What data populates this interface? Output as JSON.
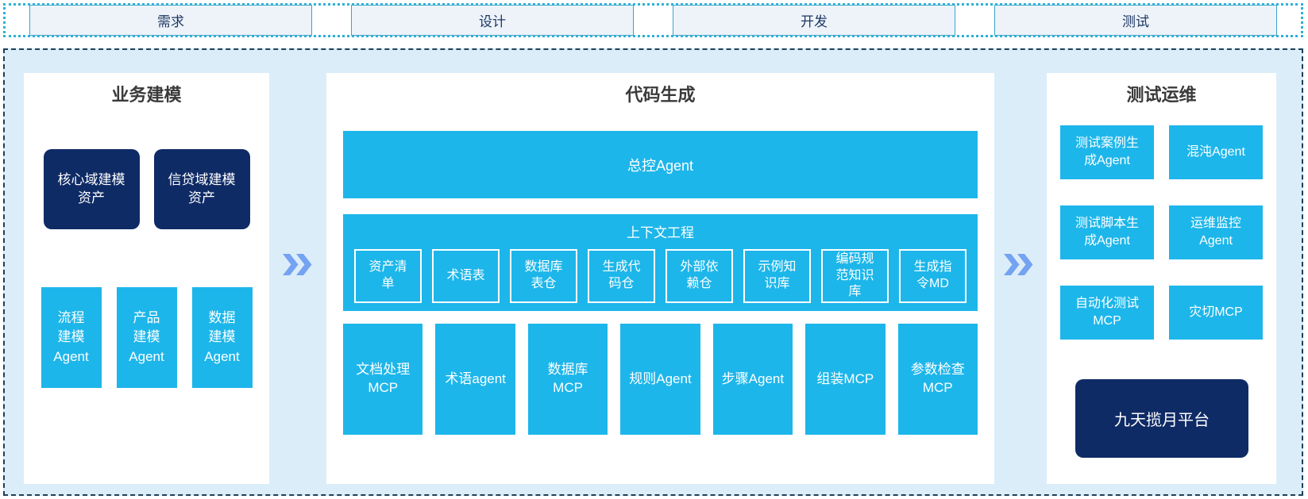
{
  "phases": [
    {
      "label": "需求"
    },
    {
      "label": "设计"
    },
    {
      "label": "开发"
    },
    {
      "label": "测试"
    }
  ],
  "panels": {
    "business": {
      "title": "业务建模",
      "asset_boxes": [
        "核心域建模资产",
        "信贷域建模资产"
      ],
      "agent_boxes": [
        "流程建模Agent",
        "产品建模Agent",
        "数据建模Agent"
      ]
    },
    "codegen": {
      "title": "代码生成",
      "master_agent": "总控Agent",
      "context_engineering": {
        "title": "上下文工程",
        "items": [
          "资产清单",
          "术语表",
          "数据库表仓",
          "生成代码仓",
          "外部依赖仓",
          "示例知识库",
          "编码规范知识库",
          "生成指令MD"
        ]
      },
      "tools": [
        "文档处理MCP",
        "术语agent",
        "数据库MCP",
        "规则Agent",
        "步骤Agent",
        "组装MCP",
        "参数检查MCP"
      ]
    },
    "testops": {
      "title": "测试运维",
      "boxes": [
        "测试案例生成Agent",
        "混沌Agent",
        "测试脚本生成Agent",
        "运维监控Agent",
        "自动化测试MCP",
        "灾切MCP"
      ],
      "platform": "九天揽月平台"
    }
  },
  "icons": {
    "between_panels": "double-chevron-right"
  },
  "colors": {
    "cyan": "#1db6ea",
    "navy": "#0f2b66",
    "container_bg": "#dcedfa",
    "container_border": "#1e4057",
    "strip_border": "#2bb1d7",
    "phase_box_bg": "#edf3f9",
    "phase_box_border": "#3ba5cd",
    "phase_text": "#1f3864",
    "header_text": "#3a3a3a",
    "chevron": "#74a3f1"
  }
}
